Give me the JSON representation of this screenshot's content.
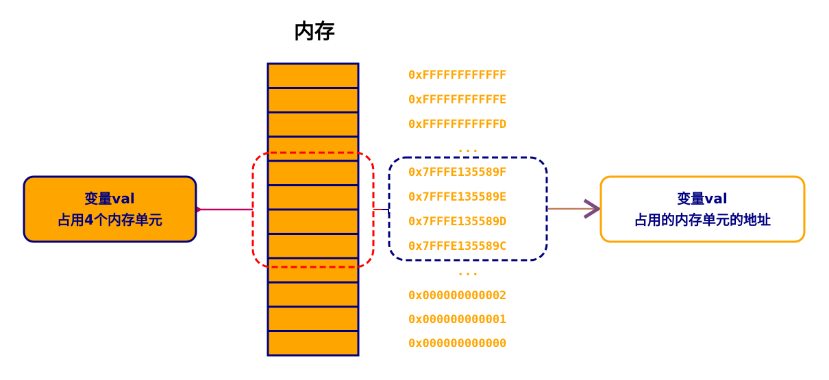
{
  "title": "内存",
  "addresses_top": [
    "0xFFFFFFFFFFFF",
    "0xFFFFFFFFFFFE",
    "0xFFFFFFFFFFFD"
  ],
  "ellipsis": "...",
  "addresses_val": [
    "0x7FFFE135589F",
    "0x7FFFE135589E",
    "0x7FFFE135589D",
    "0x7FFFE135589C"
  ],
  "addresses_bottom": [
    "0x000000000002",
    "0x000000000001",
    "0x000000000000"
  ],
  "left_box": {
    "line1": "变量val",
    "line2": "占用4个内存单元"
  },
  "right_box": {
    "line1": "变量val",
    "line2": "占用的内存单元的地址"
  },
  "memory_cell_count": 12,
  "colors": {
    "cell": "#FFA500",
    "border": "#000080",
    "highlight": "#FF0000",
    "address": "#FFA500"
  }
}
